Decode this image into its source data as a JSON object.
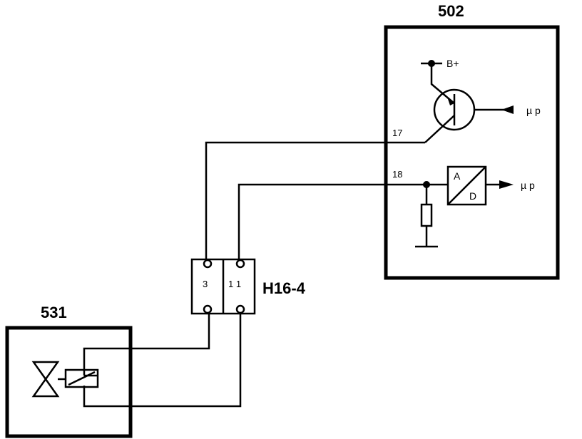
{
  "components": {
    "ecu": {
      "id": "502",
      "pin_17": "17",
      "pin_18": "18",
      "supply": "B+",
      "mp_in": "µ p",
      "mp_out": "µ p",
      "adc_a": "A",
      "adc_d": "D"
    },
    "connector": {
      "id": "H16-4",
      "pin_left": "3",
      "pin_right": "1 1"
    },
    "valve": {
      "id": "531"
    }
  }
}
